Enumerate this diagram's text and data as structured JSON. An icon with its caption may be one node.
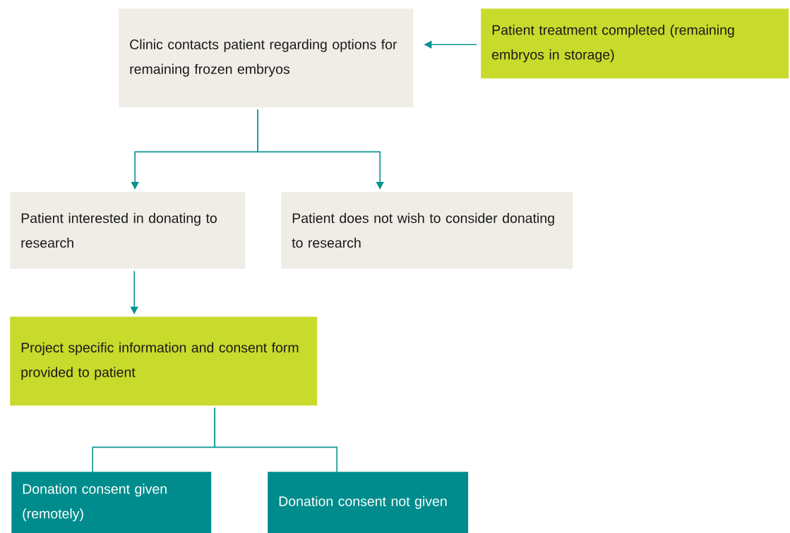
{
  "diagram": {
    "nodes": [
      {
        "text": [
          "Clinic contacts patient regarding options for remaining frozen embryos"
        ]
      },
      {
        "text": [
          "Patient treatment completed (remaining embryos in storage)"
        ]
      },
      {
        "text": [
          "Patient interested in donating to research"
        ]
      },
      {
        "text": [
          "Patient does not wish to consider donating to research"
        ]
      },
      {
        "text": [
          "Project specific information and consent form provided to patient"
        ]
      },
      {
        "text": [
          "Donation consent given (remotely)"
        ]
      },
      {
        "text": [
          "Donation consent not given"
        ]
      }
    ],
    "edges": [
      {
        "from": 1,
        "to": 0,
        "arrow": "to"
      },
      {
        "from": 0,
        "to": 2,
        "arrow": "to"
      },
      {
        "from": 0,
        "to": 3,
        "arrow": "to"
      },
      {
        "from": 2,
        "to": 4,
        "arrow": "to"
      },
      {
        "from": 4,
        "to": 5,
        "arrow": "none"
      },
      {
        "from": 4,
        "to": 6,
        "arrow": "none"
      }
    ]
  }
}
